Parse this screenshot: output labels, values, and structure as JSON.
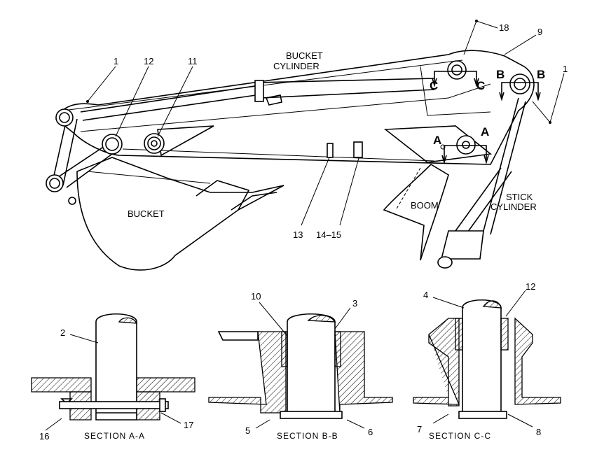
{
  "labels": {
    "bucket_cylinder_1": "BUCKET",
    "bucket_cylinder_2": "CYLINDER",
    "bucket": "BUCKET",
    "boom": "BOOM",
    "stick_cylinder_1": "STICK",
    "stick_cylinder_2": "CYLINDER"
  },
  "section_markers": {
    "a": "A",
    "b": "B",
    "c": "C"
  },
  "callouts": {
    "c1_left": "1",
    "c1_right": "1",
    "c2": "2",
    "c3": "3",
    "c4": "4",
    "c5": "5",
    "c6": "6",
    "c7": "7",
    "c8": "8",
    "c9": "9",
    "c10": "10",
    "c11": "11",
    "c12_top": "12",
    "c12_sec": "12",
    "c13": "13",
    "c14_15": "14–15",
    "c16": "16",
    "c17": "17",
    "c18": "18"
  },
  "sections": {
    "aa": "SECTION A-A",
    "bb": "SECTION B-B",
    "cc": "SECTION C-C"
  }
}
